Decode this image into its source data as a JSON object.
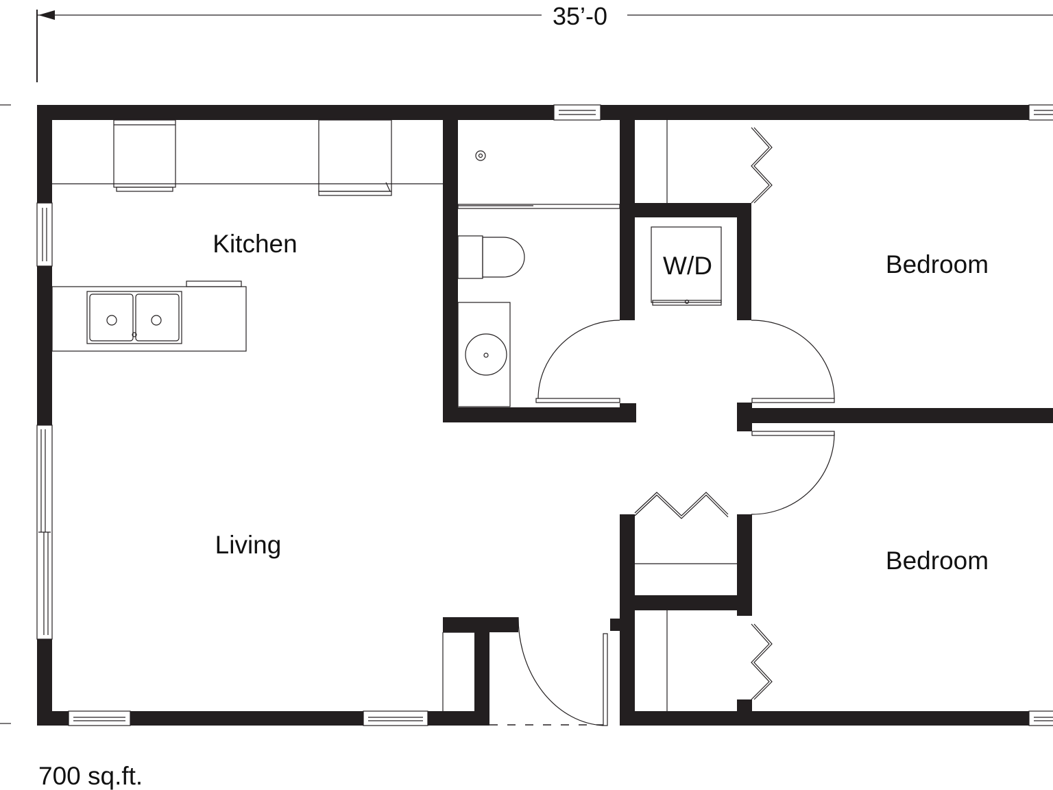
{
  "dimension": {
    "width_label": "35’-0"
  },
  "rooms": {
    "kitchen": "Kitchen",
    "living": "Living",
    "laundry": "W/D",
    "bedroom_top": "Bedroom",
    "bedroom_bottom": "Bedroom"
  },
  "area": "700 sq.ft."
}
